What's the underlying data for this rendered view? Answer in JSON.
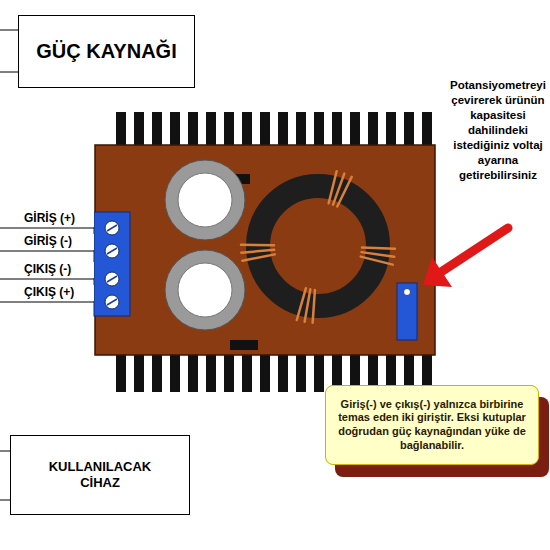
{
  "diagram": {
    "nodes": [
      {
        "text": [
          "GÜÇ KAYNAĞI"
        ]
      },
      {
        "text": [
          "Giriş(-) ve çıkış(-) yalnızca birbirine temas eden iki giriştir. Eksi kutuplar doğrudan güç kaynağından yüke de bağlanabilir."
        ]
      },
      {
        "text": [
          "KULLANILACAK CİHAZ"
        ]
      }
    ],
    "labels": [
      "GİRİŞ (+)",
      "GİRİŞ (-)",
      "ÇIKIŞ (-)",
      "ÇIKIŞ (+)",
      "Potansiyometreyi çevirerek ürünün kapasitesi dahilindeki istediğiniz voltaj ayarına getirebilirsiniz"
    ]
  }
}
